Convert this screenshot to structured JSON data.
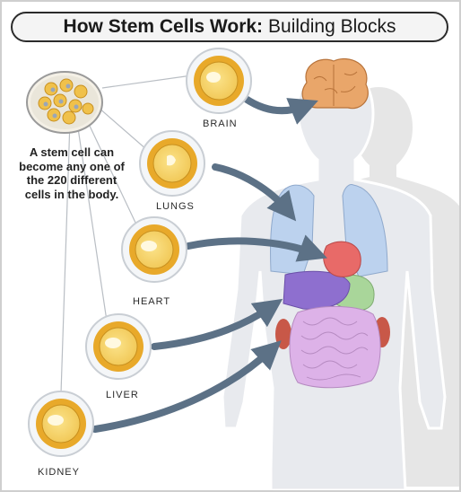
{
  "title": {
    "bold": "How Stem Cells Work:",
    "rest": "Building Blocks"
  },
  "note": "A stem cell can become any one of the 220 different cells in the body.",
  "cells": [
    {
      "id": "brain",
      "label": "BRAIN"
    },
    {
      "id": "lungs",
      "label": "LUNGS"
    },
    {
      "id": "heart",
      "label": "HEART"
    },
    {
      "id": "liver",
      "label": "LIVER"
    },
    {
      "id": "kidney",
      "label": "KIDNEY"
    }
  ],
  "colors": {
    "arrow": "#5c7186",
    "body_fill": "#e8eaee",
    "body_outline": "#ffffff",
    "cell_outer": "#e8a92a",
    "cell_inner": "#f7d872",
    "brain": "#e9a66a",
    "lungs": "#bcd2ee",
    "heart": "#e86a68",
    "liver": "#8e6fcf",
    "stomach": "#a9d69a",
    "intestine": "#ddb2e8",
    "kidney": "#c85848"
  }
}
